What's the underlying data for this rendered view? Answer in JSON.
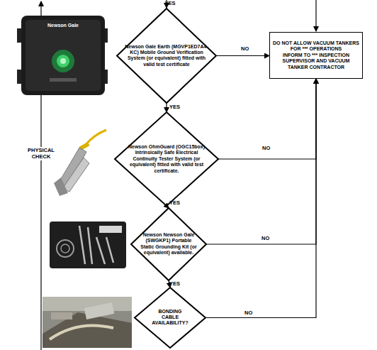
{
  "diagram": {
    "nodes": [
      {
        "text": [
          "Newson Gale Earth (MGVP1ED7A4-KC) Mobile Ground Verification System (or equivalent) fitted with valid test certificate"
        ]
      },
      {
        "text": [
          "DO NOT ALLOW VACUUM TANKERS FOR *** OPERATIONS",
          "INFORM TO *** INSPECTION SUPERVISOR AND VACUUM TANKER CONTRACTOR"
        ]
      },
      {
        "text": [
          "Newson OhmGuard (OGC15box) Intrinsically Safe Electrical Continuity Tester System (or equivalent) fitted with valid test certificate."
        ]
      },
      {
        "text": [
          "Newson Newson Gale (SWGKP1) Portable Static Grounding Kit (or equivalent) available."
        ]
      },
      {
        "text": [
          "BONDING CABLE AVAILABILITY?"
        ]
      }
    ],
    "edges": [
      {
        "from": 0,
        "to": 1,
        "label": "NO",
        "arrow": "to"
      },
      {
        "from": 0,
        "to": 2,
        "label": "YES",
        "arrow": "to"
      },
      {
        "from": 2,
        "to": 1,
        "label": "NO",
        "arrow": "to"
      },
      {
        "from": 2,
        "to": 3,
        "label": "YES",
        "arrow": "to"
      },
      {
        "from": 3,
        "to": 1,
        "label": "NO",
        "arrow": "to"
      },
      {
        "from": 3,
        "to": 4,
        "label": "YES",
        "arrow": "to"
      },
      {
        "from": 4,
        "to": 1,
        "label": "NO",
        "arrow": "to"
      }
    ],
    "labels": [
      "YES",
      "PHYSICAL CHECK",
      "Newson Gale"
    ]
  }
}
